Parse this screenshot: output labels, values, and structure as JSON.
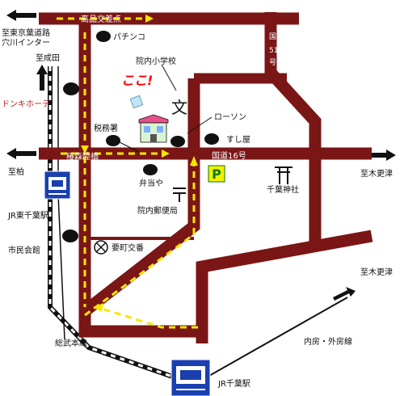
{
  "labels": {
    "takashina": "高品交差点",
    "higashikanto1": "至東京葉道路",
    "higashikanto2": "穴川インター",
    "pachinko": "パチンコ",
    "route51_a": "国道",
    "route51_b": "51",
    "route51_c": "号",
    "school": "院内小学校",
    "koko": "ここ!",
    "to_narita": "至成田",
    "donki": "ドンキホーテ",
    "lawson": "ローソン",
    "tax_office": "税務署",
    "sushi": "すし屋",
    "tsubakimori": "椿森陸橋",
    "route16": "国道16号",
    "to_kashiwa": "至柏",
    "to_kisarazu_1": "至木更津",
    "bento": "弁当や",
    "chiba_shrine": "千葉神社",
    "post_office": "院内郵便局",
    "jr_higashi_chiba": "JR東千葉駅",
    "city_hall": "市民会館",
    "kaname_koban": "要町交番",
    "to_kisarazu_2": "至木更津",
    "sobu_line": "総武本線",
    "uchibo_sotobo": "内房・外房線",
    "jr_chiba": "JR千葉駅",
    "parking": "P"
  },
  "colors": {
    "road": "#7b1616",
    "road_outline": "#3a0808",
    "route_arrow": "#f5e600",
    "koko": "#ff0000",
    "donki": "#b22222",
    "station_blue": "#1a3fb0",
    "parking_bg": "#f5f000",
    "parking_fg": "#0a7a0a",
    "rail": "#111111"
  },
  "icons": [
    "arrow-left-icon",
    "arrow-up-icon",
    "arrow-right-icon",
    "school-icon",
    "post-office-icon",
    "shrine-icon",
    "koban-icon",
    "train-station-icon",
    "parking-icon",
    "destination-house-icon"
  ]
}
